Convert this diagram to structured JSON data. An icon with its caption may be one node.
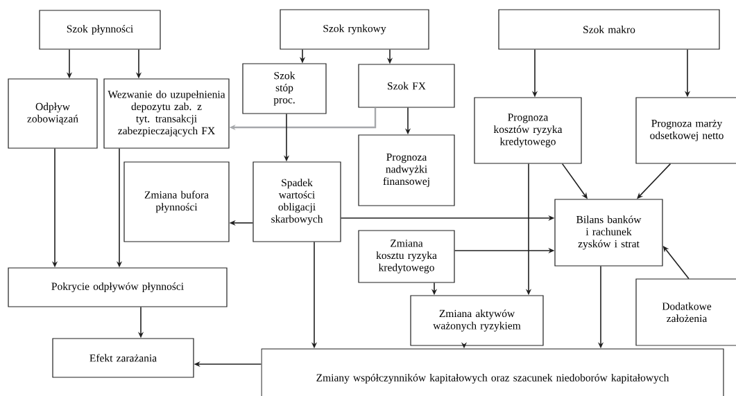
{
  "diagram": {
    "nodes": [
      {
        "text": [
          "Szok płynności"
        ]
      },
      {
        "text": [
          "Szok rynkowy"
        ]
      },
      {
        "text": [
          "Szok makro"
        ]
      },
      {
        "text": [
          "Odpływ zobowiązań"
        ]
      },
      {
        "text": [
          "Wezwanie do uzupełnienia depozytu zab. z tyt. transakcji zabezpieczających FX"
        ]
      },
      {
        "text": [
          "Szok stóp proc."
        ]
      },
      {
        "text": [
          "Szok FX"
        ]
      },
      {
        "text": [
          "Prognoza nadwyżki finansowej"
        ]
      },
      {
        "text": [
          "Prognoza kosztów ryzyka kredytowego"
        ]
      },
      {
        "text": [
          "Prognoza marży odsetkowej netto"
        ]
      },
      {
        "text": [
          "Zmiana bufora płynności"
        ]
      },
      {
        "text": [
          "Spadek wartości obligacji skarbowych"
        ]
      },
      {
        "text": [
          "Bilans banków i rachunek zysków i strat"
        ]
      },
      {
        "text": [
          "Zmiana kosztu ryzyka kredytowego"
        ]
      },
      {
        "text": [
          "Pokrycie odpływów płynności"
        ]
      },
      {
        "text": [
          "Dodatkowe założenia"
        ]
      },
      {
        "text": [
          "Zmiana aktywów ważonych ryzykiem"
        ]
      },
      {
        "text": [
          "Efekt zarażania"
        ]
      },
      {
        "text": [
          "Zmiany współczynników kapitałowych oraz szacunek niedoborów kapitałowych"
        ]
      }
    ],
    "edges": [
      {
        "from": 0,
        "to": 3,
        "arrow": "to"
      },
      {
        "from": 0,
        "to": 4,
        "arrow": "to"
      },
      {
        "from": 1,
        "to": 5,
        "arrow": "to"
      },
      {
        "from": 1,
        "to": 6,
        "arrow": "to"
      },
      {
        "from": 2,
        "to": 8,
        "arrow": "to"
      },
      {
        "from": 2,
        "to": 9,
        "arrow": "to"
      },
      {
        "from": 6,
        "to": 4,
        "arrow": "to",
        "color": "#a6a8ab"
      },
      {
        "from": 5,
        "to": 11,
        "arrow": "to"
      },
      {
        "from": 6,
        "to": 7,
        "arrow": "to"
      },
      {
        "from": 8,
        "to": 12,
        "arrow": "to"
      },
      {
        "from": 9,
        "to": 12,
        "arrow": "to"
      },
      {
        "from": 11,
        "to": 10,
        "arrow": "to"
      },
      {
        "from": 11,
        "to": 12,
        "arrow": "to"
      },
      {
        "from": 13,
        "to": 12,
        "arrow": "to"
      },
      {
        "from": 13,
        "to": 16,
        "arrow": "to"
      },
      {
        "from": 8,
        "to": 16,
        "arrow": "to"
      },
      {
        "from": 3,
        "to": 14,
        "arrow": "to"
      },
      {
        "from": 4,
        "to": 14,
        "arrow": "to"
      },
      {
        "from": 14,
        "to": 17,
        "arrow": "to"
      },
      {
        "from": 11,
        "to": 18,
        "arrow": "to"
      },
      {
        "from": 18,
        "to": 17,
        "arrow": "to"
      },
      {
        "from": 16,
        "to": 18,
        "arrow": "to"
      },
      {
        "from": 12,
        "to": 18,
        "arrow": "to"
      },
      {
        "from": 15,
        "to": 12,
        "arrow": "to"
      }
    ]
  }
}
